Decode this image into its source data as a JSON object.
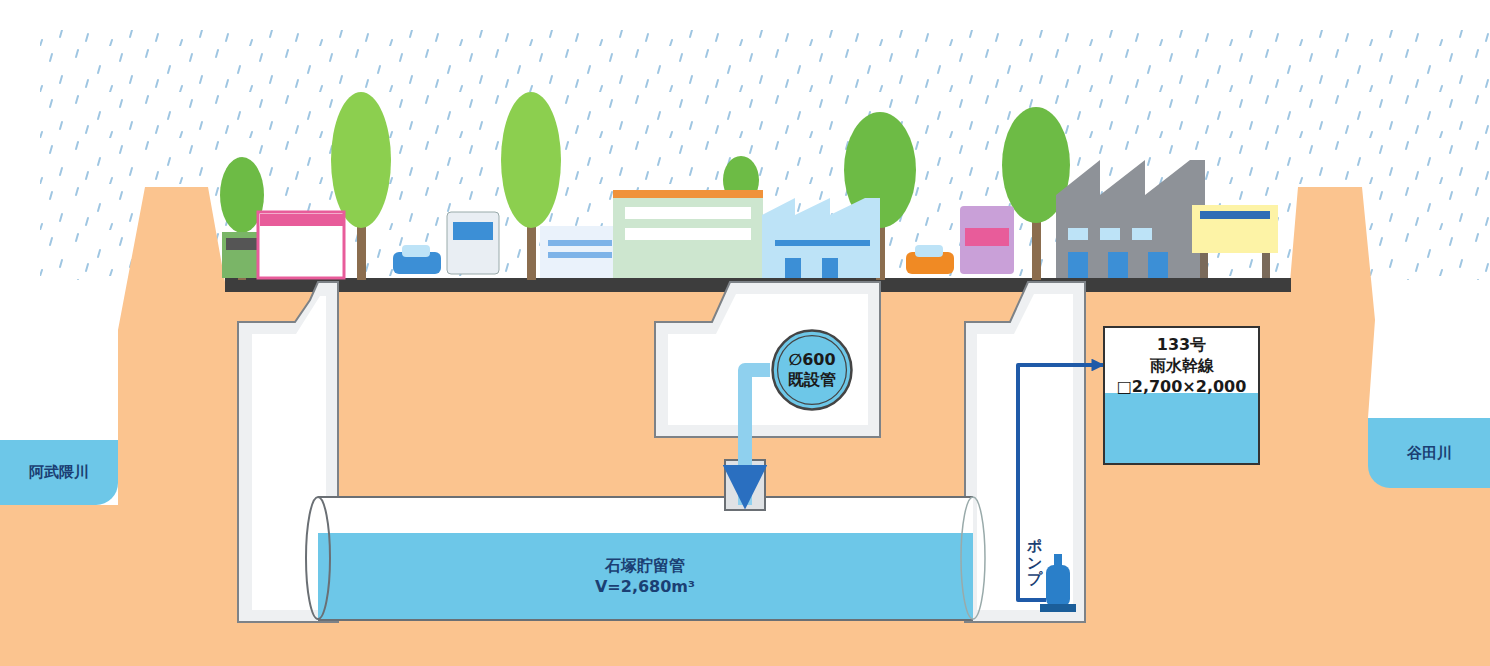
{
  "diagram": {
    "nodes": [
      {
        "text": [
          "133号",
          "雨水幹線",
          "□2,700×2,000"
        ]
      },
      {
        "text": [
          "∅600",
          "既設管"
        ]
      },
      {
        "text": [
          "石塚貯留管",
          "V=2,680m³"
        ]
      },
      {
        "text": [
          "阿武隈川"
        ]
      },
      {
        "text": [
          "谷田川"
        ]
      }
    ],
    "edges": [
      {
        "from": 1,
        "to": 2,
        "arrow": "to"
      },
      {
        "from": 2,
        "to": 0,
        "arrow": "to"
      }
    ],
    "labels": [
      "ポンプ"
    ]
  }
}
